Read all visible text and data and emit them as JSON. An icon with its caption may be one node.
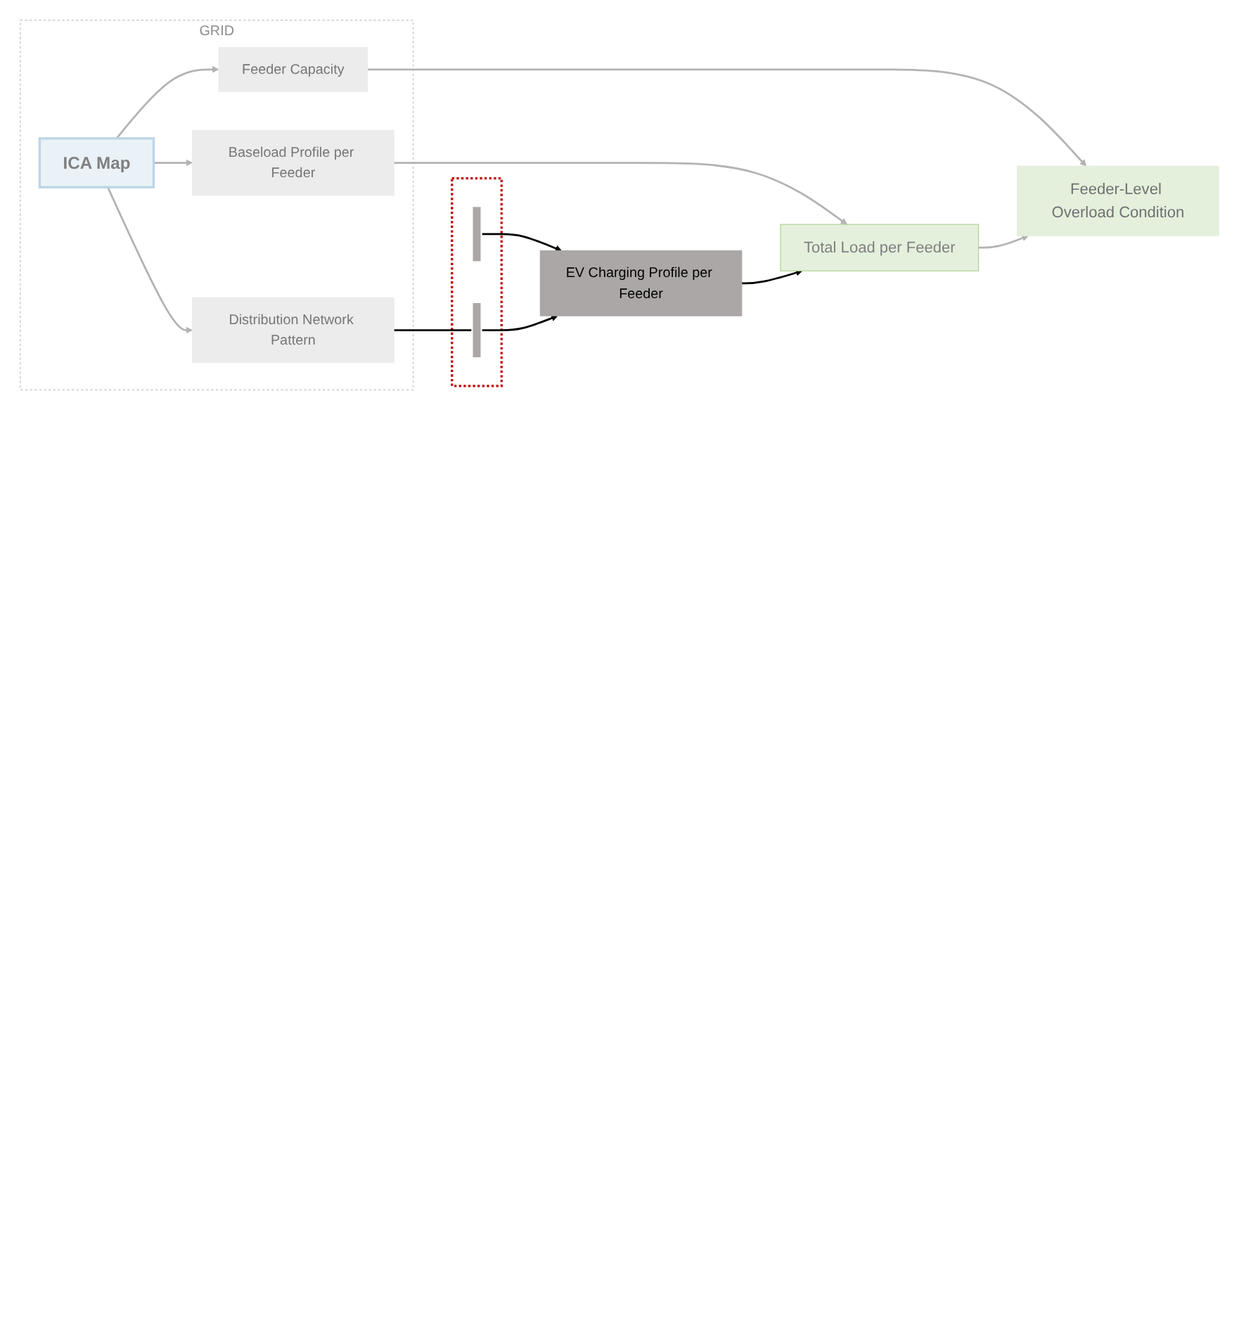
{
  "diagram": {
    "nodes": [
      {
        "text": [
          "GRID"
        ]
      },
      {
        "text": [
          "ICA Map"
        ],
        "in": 0
      },
      {
        "text": [
          "Distribution Network Pattern"
        ],
        "in": 0
      },
      {
        "text": [
          "Baseload Profile per Feeder"
        ],
        "in": 0
      },
      {
        "text": [
          "Feeder Capacity"
        ],
        "in": 0
      },
      {
        "text": [
          "EV Charging Profile per Feeder"
        ]
      },
      {
        "text": [
          "Total Load per Feeder"
        ]
      },
      {
        "text": [
          "Feeder-Level Overload Condition"
        ]
      },
      {
        "text": [],
        "shape": "box"
      },
      {
        "text": [],
        "shape": "bar",
        "in": 8
      },
      {
        "text": [],
        "shape": "bar",
        "in": 8
      }
    ],
    "edges": [
      {
        "from": 1,
        "to": 2,
        "arrow": "to"
      },
      {
        "from": 1,
        "to": 3,
        "arrow": "to"
      },
      {
        "from": 1,
        "to": 4,
        "arrow": "to"
      },
      {
        "from": 9,
        "to": 5,
        "arrow": "to",
        "color": "#000000"
      },
      {
        "from": 2,
        "to": 10,
        "arrow": "none",
        "color": "#000000"
      },
      {
        "from": 10,
        "to": 5,
        "arrow": "to",
        "color": "#000000"
      },
      {
        "from": 3,
        "to": 6,
        "arrow": "to"
      },
      {
        "from": 5,
        "to": 6,
        "arrow": "to",
        "color": "#000000"
      },
      {
        "from": 4,
        "to": 7,
        "arrow": "to"
      },
      {
        "from": 6,
        "to": 7,
        "arrow": "to"
      }
    ]
  }
}
